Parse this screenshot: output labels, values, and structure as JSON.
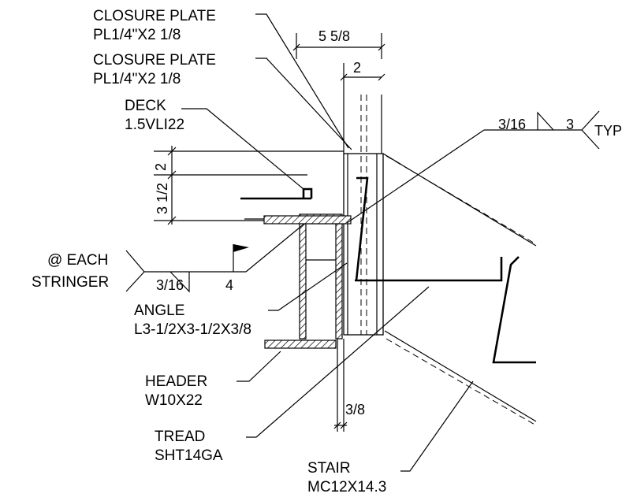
{
  "labels": {
    "closure_plate_1_title": "CLOSURE PLATE",
    "closure_plate_1_size": "PL1/4\"X2 1/8",
    "closure_plate_2_title": "CLOSURE PLATE",
    "closure_plate_2_size": "PL1/4\"X2 1/8",
    "deck_title": "DECK",
    "deck_size": "1.5VLI22",
    "each_stringer_1": "@ EACH",
    "each_stringer_2": "STRINGER",
    "angle_title": "ANGLE",
    "angle_size": "L3-1/2X3-1/2X3/8",
    "header_title": "HEADER",
    "header_size": "W10X22",
    "tread_title": "TREAD",
    "tread_size": "SHT14GA",
    "stair_title": "STAIR",
    "stair_size": "MC12X14.3"
  },
  "dimensions": {
    "top_width": "5 5/8",
    "top_inner": "2",
    "vert_upper": "2",
    "vert_lower": "3 1/2",
    "bottom_gap": "3/8"
  },
  "welds": {
    "right_size": "3/16",
    "right_length": "3",
    "right_tail": "TYP",
    "left_size": "3/16",
    "left_length": "4"
  }
}
